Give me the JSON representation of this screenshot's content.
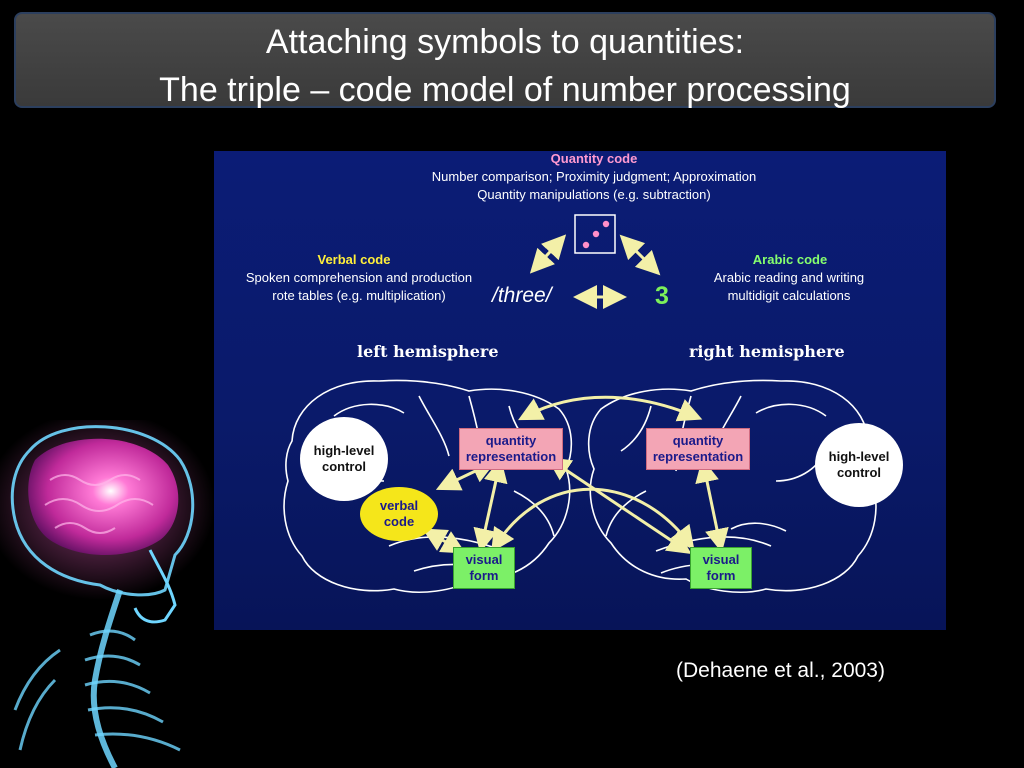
{
  "slide": {
    "title_line1": "Attaching symbols to quantities:",
    "title_line2": "The triple – code model of number processing",
    "citation": "(Dehaene et al., 2003)"
  },
  "diagram": {
    "quantity_code": {
      "heading": "Quantity code",
      "line1": "Number comparison; Proximity judgment; Approximation",
      "line2": "Quantity manipulations (e.g. subtraction)"
    },
    "verbal_code": {
      "heading": "Verbal code",
      "line1": "Spoken comprehension and production",
      "line2": "rote tables (e.g. multiplication)",
      "symbol": "/three/"
    },
    "arabic_code": {
      "heading": "Arabic code",
      "line1": "Arabic reading and writing",
      "line2": "multidigit calculations",
      "symbol": "3"
    },
    "left_hemisphere": {
      "label": "left hemisphere",
      "control": [
        "high-level",
        "control"
      ],
      "verbal": [
        "verbal",
        "code"
      ],
      "quantity": [
        "quantity",
        "representation"
      ],
      "visual": [
        "visual",
        "form"
      ]
    },
    "right_hemisphere": {
      "label": "right hemisphere",
      "control": [
        "high-level",
        "control"
      ],
      "quantity": [
        "quantity",
        "representation"
      ],
      "visual": [
        "visual",
        "form"
      ]
    }
  },
  "colors": {
    "figure_background": "#0a1a6a",
    "quantity_heading": "#ff9ad0",
    "verbal_heading": "#ffef3a",
    "arabic_heading": "#86ff6e",
    "arrow": "#f3f0a8",
    "quantity_box": "#f3a5b5",
    "visual_box": "#7cf067",
    "verbal_ellipse": "#f5e61a"
  },
  "icons": {
    "dots_box": "dice-dots-icon",
    "skeleton": "glowing-brain-skeleton-illustration"
  }
}
